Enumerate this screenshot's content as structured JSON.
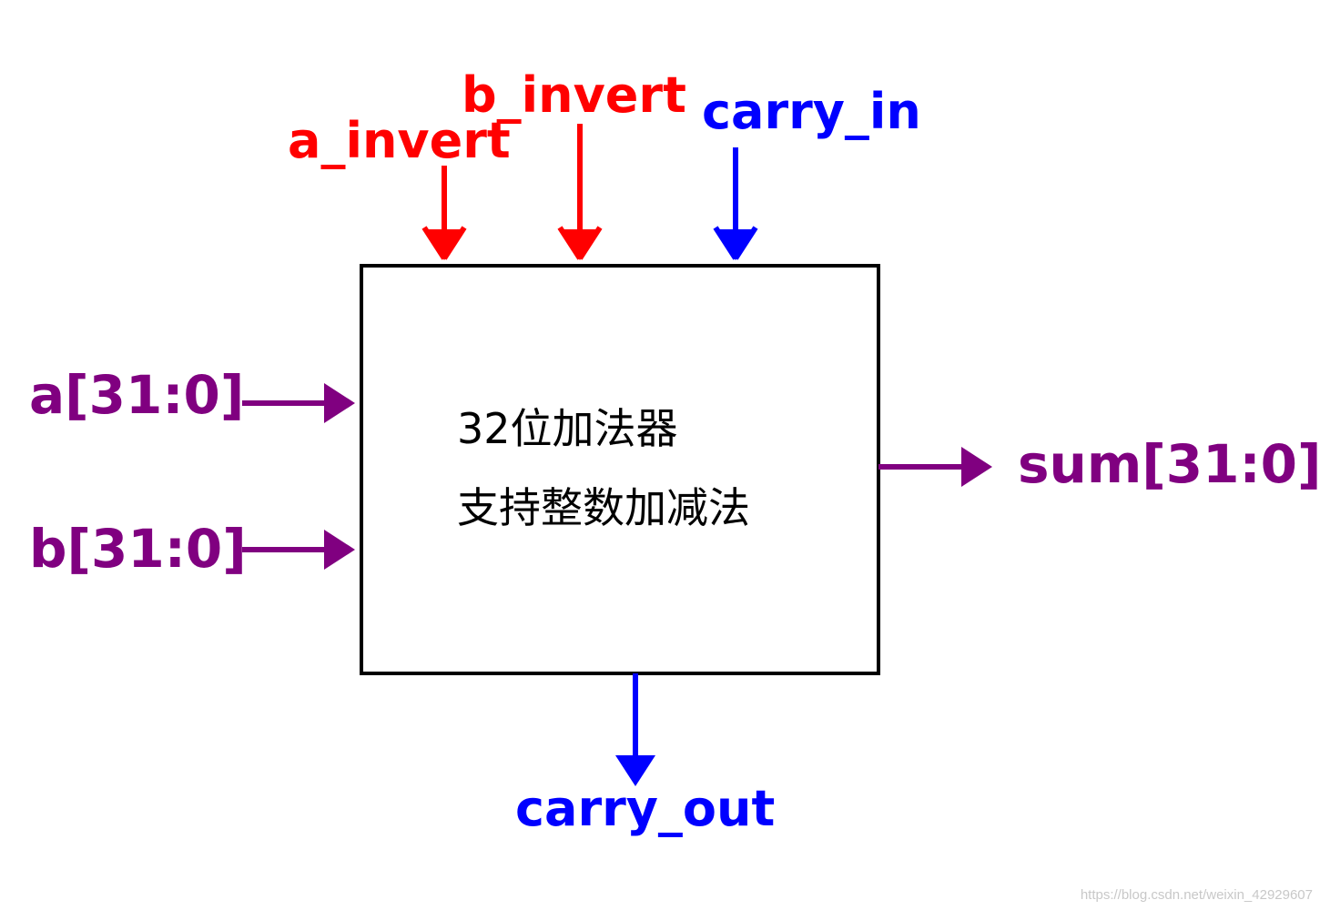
{
  "block": {
    "title": "32位加法器",
    "subtitle": "支持整数加减法"
  },
  "signals": {
    "a_invert": "a_invert",
    "b_invert": "b_invert",
    "carry_in": "carry_in",
    "a_bus": "a[31:0]",
    "b_bus": "b[31:0]",
    "sum_bus": "sum[31:0]",
    "carry_out": "carry_out"
  },
  "colors": {
    "control": "#ff0000",
    "carry": "#0000ff",
    "data_bus": "#800080",
    "block_border": "#000000"
  },
  "watermark": "https://blog.csdn.net/weixin_42929607"
}
